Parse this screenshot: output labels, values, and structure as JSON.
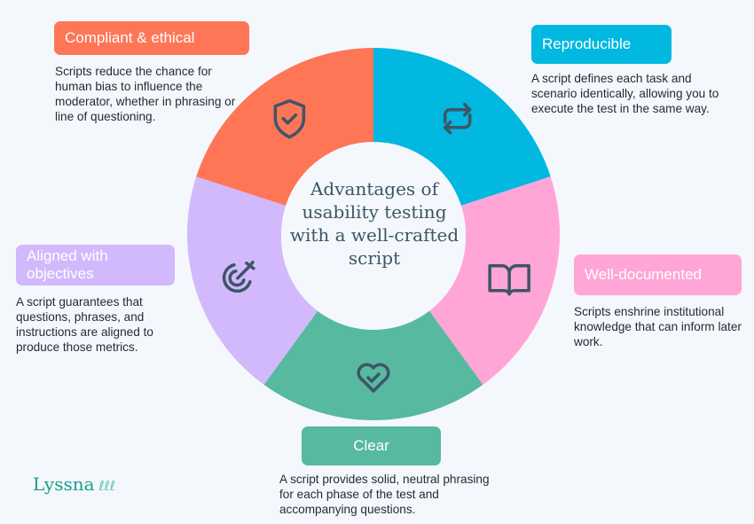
{
  "title": "Advantages of usability testing with a well-crafted script",
  "segments": [
    {
      "label": "Reproducible",
      "desc": "A script defines each task and scenario identically, allowing you to execute the test in the same way.",
      "color": "#00b8e0",
      "icon": "repeat-icon"
    },
    {
      "label": "Well-documented",
      "desc": "Scripts enshrine institutional knowledge that can inform later work.",
      "color": "#ffa6d6",
      "icon": "book-icon"
    },
    {
      "label": "Clear",
      "desc": "A script provides solid, neutral phrasing for each phase of the test and accompanying questions.",
      "color": "#57b99f",
      "icon": "heart-check-icon"
    },
    {
      "label": "Aligned with objectives",
      "desc": "A script guarantees that questions, phrases, and instructions are aligned to produce those metrics.",
      "color": "#d1b9fb",
      "icon": "target-icon"
    },
    {
      "label": "Compliant & ethical",
      "desc": "Scripts reduce the chance for human bias to influence the moderator, whether in phrasing or line of questioning.",
      "color": "#ff7657",
      "icon": "shield-check-icon"
    }
  ],
  "logo": "Lyssna"
}
